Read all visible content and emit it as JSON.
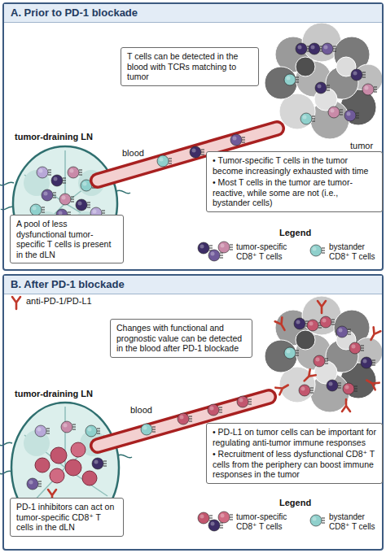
{
  "diagram": {
    "nodes": [
      {
        "text": [
          "A. Prior to PD-1 blockade"
        ]
      },
      {
        "text": [
          "T cells can be detected in the blood with TCRs matching to tumor"
        ],
        "in": 0
      },
      {
        "text": [
          "A pool of less dysfunctional tumor-specific T cells is present in the dLN"
        ],
        "in": 0
      },
      {
        "text": [
          "• Tumor-specific T cells in the tumor become increasingly exhausted with time",
          "• Most T cells in the tumor are tumor-reactive, while some are not (i.e., bystander cells)"
        ],
        "in": 0
      },
      {
        "text": [
          "B. After PD-1 blockade"
        ]
      },
      {
        "text": [
          "Changes with functional and prognostic value can be detected in the blood after PD-1 blockade"
        ],
        "in": 4
      },
      {
        "text": [
          "PD-1 inhibitors can act on tumor-specific CD8⁺ T cells in the dLN"
        ],
        "in": 4
      },
      {
        "text": [
          "• PD-L1 on tumor cells can be important for regulating anti-tumor immune responses",
          "• Recruitment of less dysfunctional CD8⁺ T cells from the periphery can boost immune responses in the tumor"
        ],
        "in": 4
      }
    ],
    "labels": [
      "tumor-draining LN",
      "blood",
      "tumor",
      "Legend",
      "anti-PD-1/PD-L1",
      "tumor-draining LN",
      "blood",
      "Legend"
    ],
    "legend": [
      {
        "text": "tumor-specific CD8⁺ T cells"
      },
      {
        "text": "bystander CD8⁺ T cells"
      },
      {
        "text": "tumor-specific CD8⁺ T cells"
      },
      {
        "text": "bystander CD8⁺ T cells"
      }
    ]
  }
}
